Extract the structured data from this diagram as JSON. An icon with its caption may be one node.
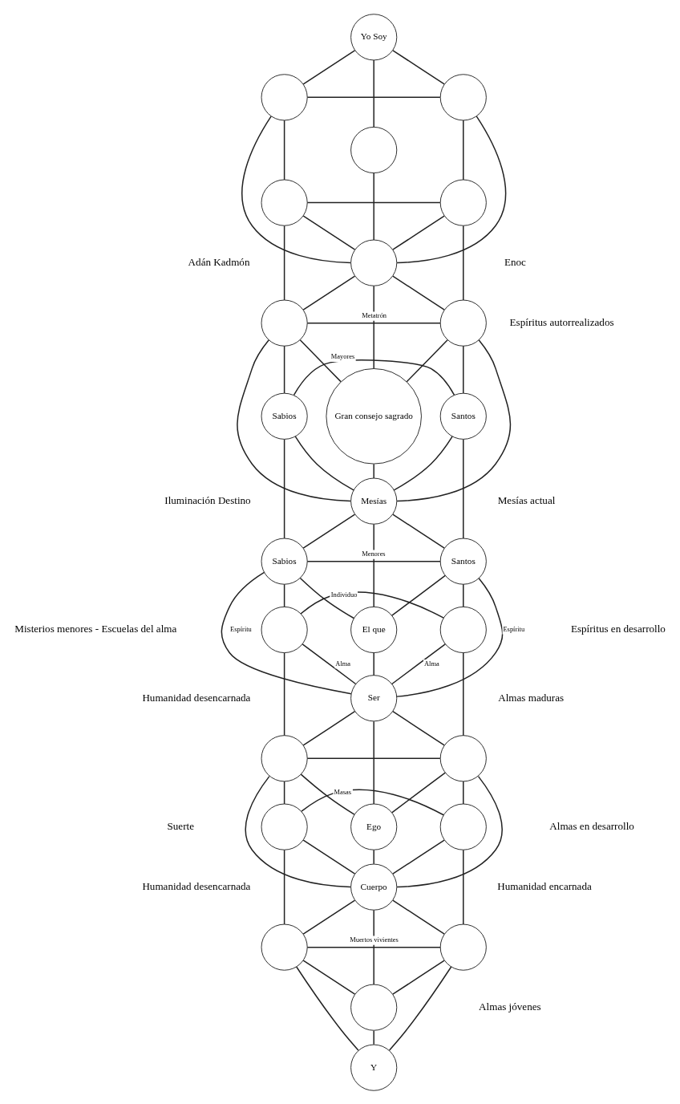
{
  "diagram": {
    "nodes": [
      {
        "text": [
          "Yo Soy"
        ]
      },
      {
        "text": [],
        "shape": "circle"
      },
      {
        "text": [],
        "shape": "circle"
      },
      {
        "text": [],
        "shape": "circle"
      },
      {
        "text": [],
        "shape": "circle"
      },
      {
        "text": [],
        "shape": "circle"
      },
      {
        "text": [],
        "shape": "circle"
      },
      {
        "text": [],
        "shape": "circle"
      },
      {
        "text": [],
        "shape": "circle"
      },
      {
        "text": [
          "Gran consejo sagrado"
        ]
      },
      {
        "text": [
          "Sabios"
        ]
      },
      {
        "text": [
          "Santos"
        ]
      },
      {
        "text": [
          "Mesías"
        ]
      },
      {
        "text": [
          "Sabios"
        ]
      },
      {
        "text": [
          "Santos"
        ]
      },
      {
        "text": [
          "El que"
        ]
      },
      {
        "text": [],
        "shape": "circle"
      },
      {
        "text": [],
        "shape": "circle"
      },
      {
        "text": [
          "Ser"
        ]
      },
      {
        "text": [],
        "shape": "circle"
      },
      {
        "text": [],
        "shape": "circle"
      },
      {
        "text": [
          "Ego"
        ]
      },
      {
        "text": [],
        "shape": "circle"
      },
      {
        "text": [],
        "shape": "circle"
      },
      {
        "text": [
          "Cuerpo"
        ]
      },
      {
        "text": [],
        "shape": "circle"
      },
      {
        "text": [],
        "shape": "circle"
      },
      {
        "text": [],
        "shape": "circle"
      },
      {
        "text": [
          "Y"
        ]
      }
    ],
    "edges": [
      {
        "from": 0,
        "to": 1,
        "arrow": "none"
      },
      {
        "from": 0,
        "to": 2,
        "arrow": "none"
      },
      {
        "from": 0,
        "to": 3,
        "arrow": "none"
      },
      {
        "from": 1,
        "to": 2,
        "arrow": "none"
      },
      {
        "from": 1,
        "to": 4,
        "arrow": "none"
      },
      {
        "from": 2,
        "to": 5,
        "arrow": "none"
      },
      {
        "from": 1,
        "to": 6,
        "arrow": "none"
      },
      {
        "from": 2,
        "to": 6,
        "arrow": "none"
      },
      {
        "from": 3,
        "to": 6,
        "arrow": "none"
      },
      {
        "from": 4,
        "to": 5,
        "arrow": "none"
      },
      {
        "from": 4,
        "to": 6,
        "arrow": "none"
      },
      {
        "from": 5,
        "to": 6,
        "arrow": "none"
      },
      {
        "from": 4,
        "to": 7,
        "arrow": "none"
      },
      {
        "from": 5,
        "to": 8,
        "arrow": "none"
      },
      {
        "from": 6,
        "to": 7,
        "arrow": "none"
      },
      {
        "from": 6,
        "to": 8,
        "arrow": "none"
      },
      {
        "from": 7,
        "to": 8,
        "arrow": "none",
        "label": "Metatrón"
      },
      {
        "from": 6,
        "to": 9,
        "arrow": "none"
      },
      {
        "from": 7,
        "to": 9,
        "arrow": "none"
      },
      {
        "from": 8,
        "to": 9,
        "arrow": "none"
      },
      {
        "from": 7,
        "to": 12,
        "arrow": "none"
      },
      {
        "from": 8,
        "to": 12,
        "arrow": "none"
      },
      {
        "from": 7,
        "to": 10,
        "arrow": "none"
      },
      {
        "from": 8,
        "to": 11,
        "arrow": "none"
      },
      {
        "from": 10,
        "to": 11,
        "arrow": "none",
        "label": "Mayores"
      },
      {
        "from": 9,
        "to": 12,
        "arrow": "none"
      },
      {
        "from": 10,
        "to": 12,
        "arrow": "none"
      },
      {
        "from": 11,
        "to": 12,
        "arrow": "none"
      },
      {
        "from": 10,
        "to": 13,
        "arrow": "none"
      },
      {
        "from": 11,
        "to": 14,
        "arrow": "none"
      },
      {
        "from": 12,
        "to": 13,
        "arrow": "none"
      },
      {
        "from": 12,
        "to": 14,
        "arrow": "none"
      },
      {
        "from": 12,
        "to": 15,
        "arrow": "none"
      },
      {
        "from": 13,
        "to": 14,
        "arrow": "none",
        "label": "Menores"
      },
      {
        "from": 13,
        "to": 15,
        "arrow": "none"
      },
      {
        "from": 14,
        "to": 15,
        "arrow": "none"
      },
      {
        "from": 13,
        "to": 18,
        "arrow": "none",
        "label": "Espíritu"
      },
      {
        "from": 14,
        "to": 18,
        "arrow": "none",
        "label": "Espíritu"
      },
      {
        "from": 13,
        "to": 16,
        "arrow": "none"
      },
      {
        "from": 14,
        "to": 17,
        "arrow": "none"
      },
      {
        "from": 16,
        "to": 17,
        "arrow": "none",
        "label": "Individuo"
      },
      {
        "from": 15,
        "to": 18,
        "arrow": "none"
      },
      {
        "from": 16,
        "to": 18,
        "arrow": "none",
        "label": "Alma"
      },
      {
        "from": 17,
        "to": 18,
        "arrow": "none",
        "label": "Alma"
      },
      {
        "from": 16,
        "to": 19,
        "arrow": "none"
      },
      {
        "from": 17,
        "to": 20,
        "arrow": "none"
      },
      {
        "from": 18,
        "to": 19,
        "arrow": "none"
      },
      {
        "from": 18,
        "to": 20,
        "arrow": "none"
      },
      {
        "from": 18,
        "to": 21,
        "arrow": "none"
      },
      {
        "from": 19,
        "to": 20,
        "arrow": "none"
      },
      {
        "from": 19,
        "to": 21,
        "arrow": "none"
      },
      {
        "from": 20,
        "to": 21,
        "arrow": "none"
      },
      {
        "from": 19,
        "to": 24,
        "arrow": "none"
      },
      {
        "from": 20,
        "to": 24,
        "arrow": "none"
      },
      {
        "from": 19,
        "to": 22,
        "arrow": "none"
      },
      {
        "from": 20,
        "to": 23,
        "arrow": "none"
      },
      {
        "from": 21,
        "to": 24,
        "arrow": "none"
      },
      {
        "from": 22,
        "to": 23,
        "arrow": "none",
        "label": "Masas"
      },
      {
        "from": 22,
        "to": 24,
        "arrow": "none"
      },
      {
        "from": 23,
        "to": 24,
        "arrow": "none"
      },
      {
        "from": 22,
        "to": 25,
        "arrow": "none"
      },
      {
        "from": 23,
        "to": 26,
        "arrow": "none"
      },
      {
        "from": 24,
        "to": 25,
        "arrow": "none"
      },
      {
        "from": 24,
        "to": 26,
        "arrow": "none"
      },
      {
        "from": 24,
        "to": 27,
        "arrow": "none"
      },
      {
        "from": 25,
        "to": 26,
        "arrow": "none",
        "label": "Muertos vivientes"
      },
      {
        "from": 25,
        "to": 27,
        "arrow": "none"
      },
      {
        "from": 26,
        "to": 27,
        "arrow": "none"
      },
      {
        "from": 25,
        "to": 28,
        "arrow": "none"
      },
      {
        "from": 26,
        "to": 28,
        "arrow": "none"
      },
      {
        "from": 27,
        "to": 28,
        "arrow": "none"
      }
    ],
    "labels": [
      "Adán Kadmón",
      "Enoc",
      "Espíritus autorrealizados",
      "Iluminación Destino",
      "Mesías actual",
      "Misterios menores - Escuelas del alma",
      "Espíritus en desarrollo",
      "Humanidad desencarnada",
      "Almas maduras",
      "Suerte",
      "Almas en desarrollo",
      "Humanidad desencarnada",
      "Humanidad encarnada",
      "Almas jóvenes"
    ]
  }
}
